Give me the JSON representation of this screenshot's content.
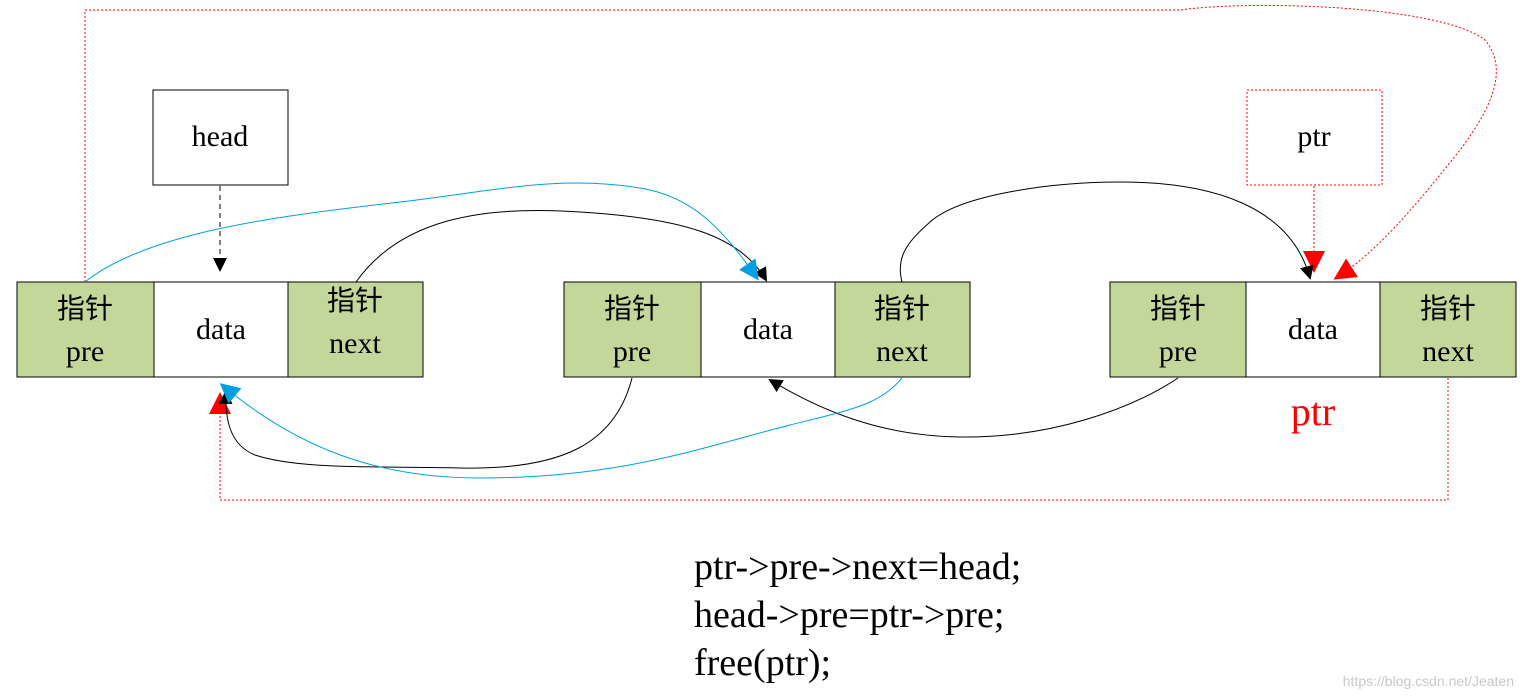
{
  "head_box": {
    "label": "head"
  },
  "ptr_box": {
    "label": "ptr"
  },
  "ptr_red_label": "ptr",
  "nodes": [
    {
      "pre_line1": "指针",
      "pre_line2": "pre",
      "data": "data",
      "next_line1": "指针",
      "next_line2": "next"
    },
    {
      "pre_line1": "指针",
      "pre_line2": "pre",
      "data": "data",
      "next_line1": "指针",
      "next_line2": "next"
    },
    {
      "pre_line1": "指针",
      "pre_line2": "pre",
      "data": "data",
      "next_line1": "指针",
      "next_line2": "next"
    }
  ],
  "code": [
    "ptr->pre->next=head;",
    "head->pre=ptr->pre;",
    "free(ptr);"
  ],
  "watermark": "https://blog.csdn.net/Jeaten",
  "colors": {
    "node_pointer_fill": "#c4d79b",
    "old_link": "#000000",
    "new_link": "#00a0e0",
    "ptr_links": "#ff0000"
  }
}
